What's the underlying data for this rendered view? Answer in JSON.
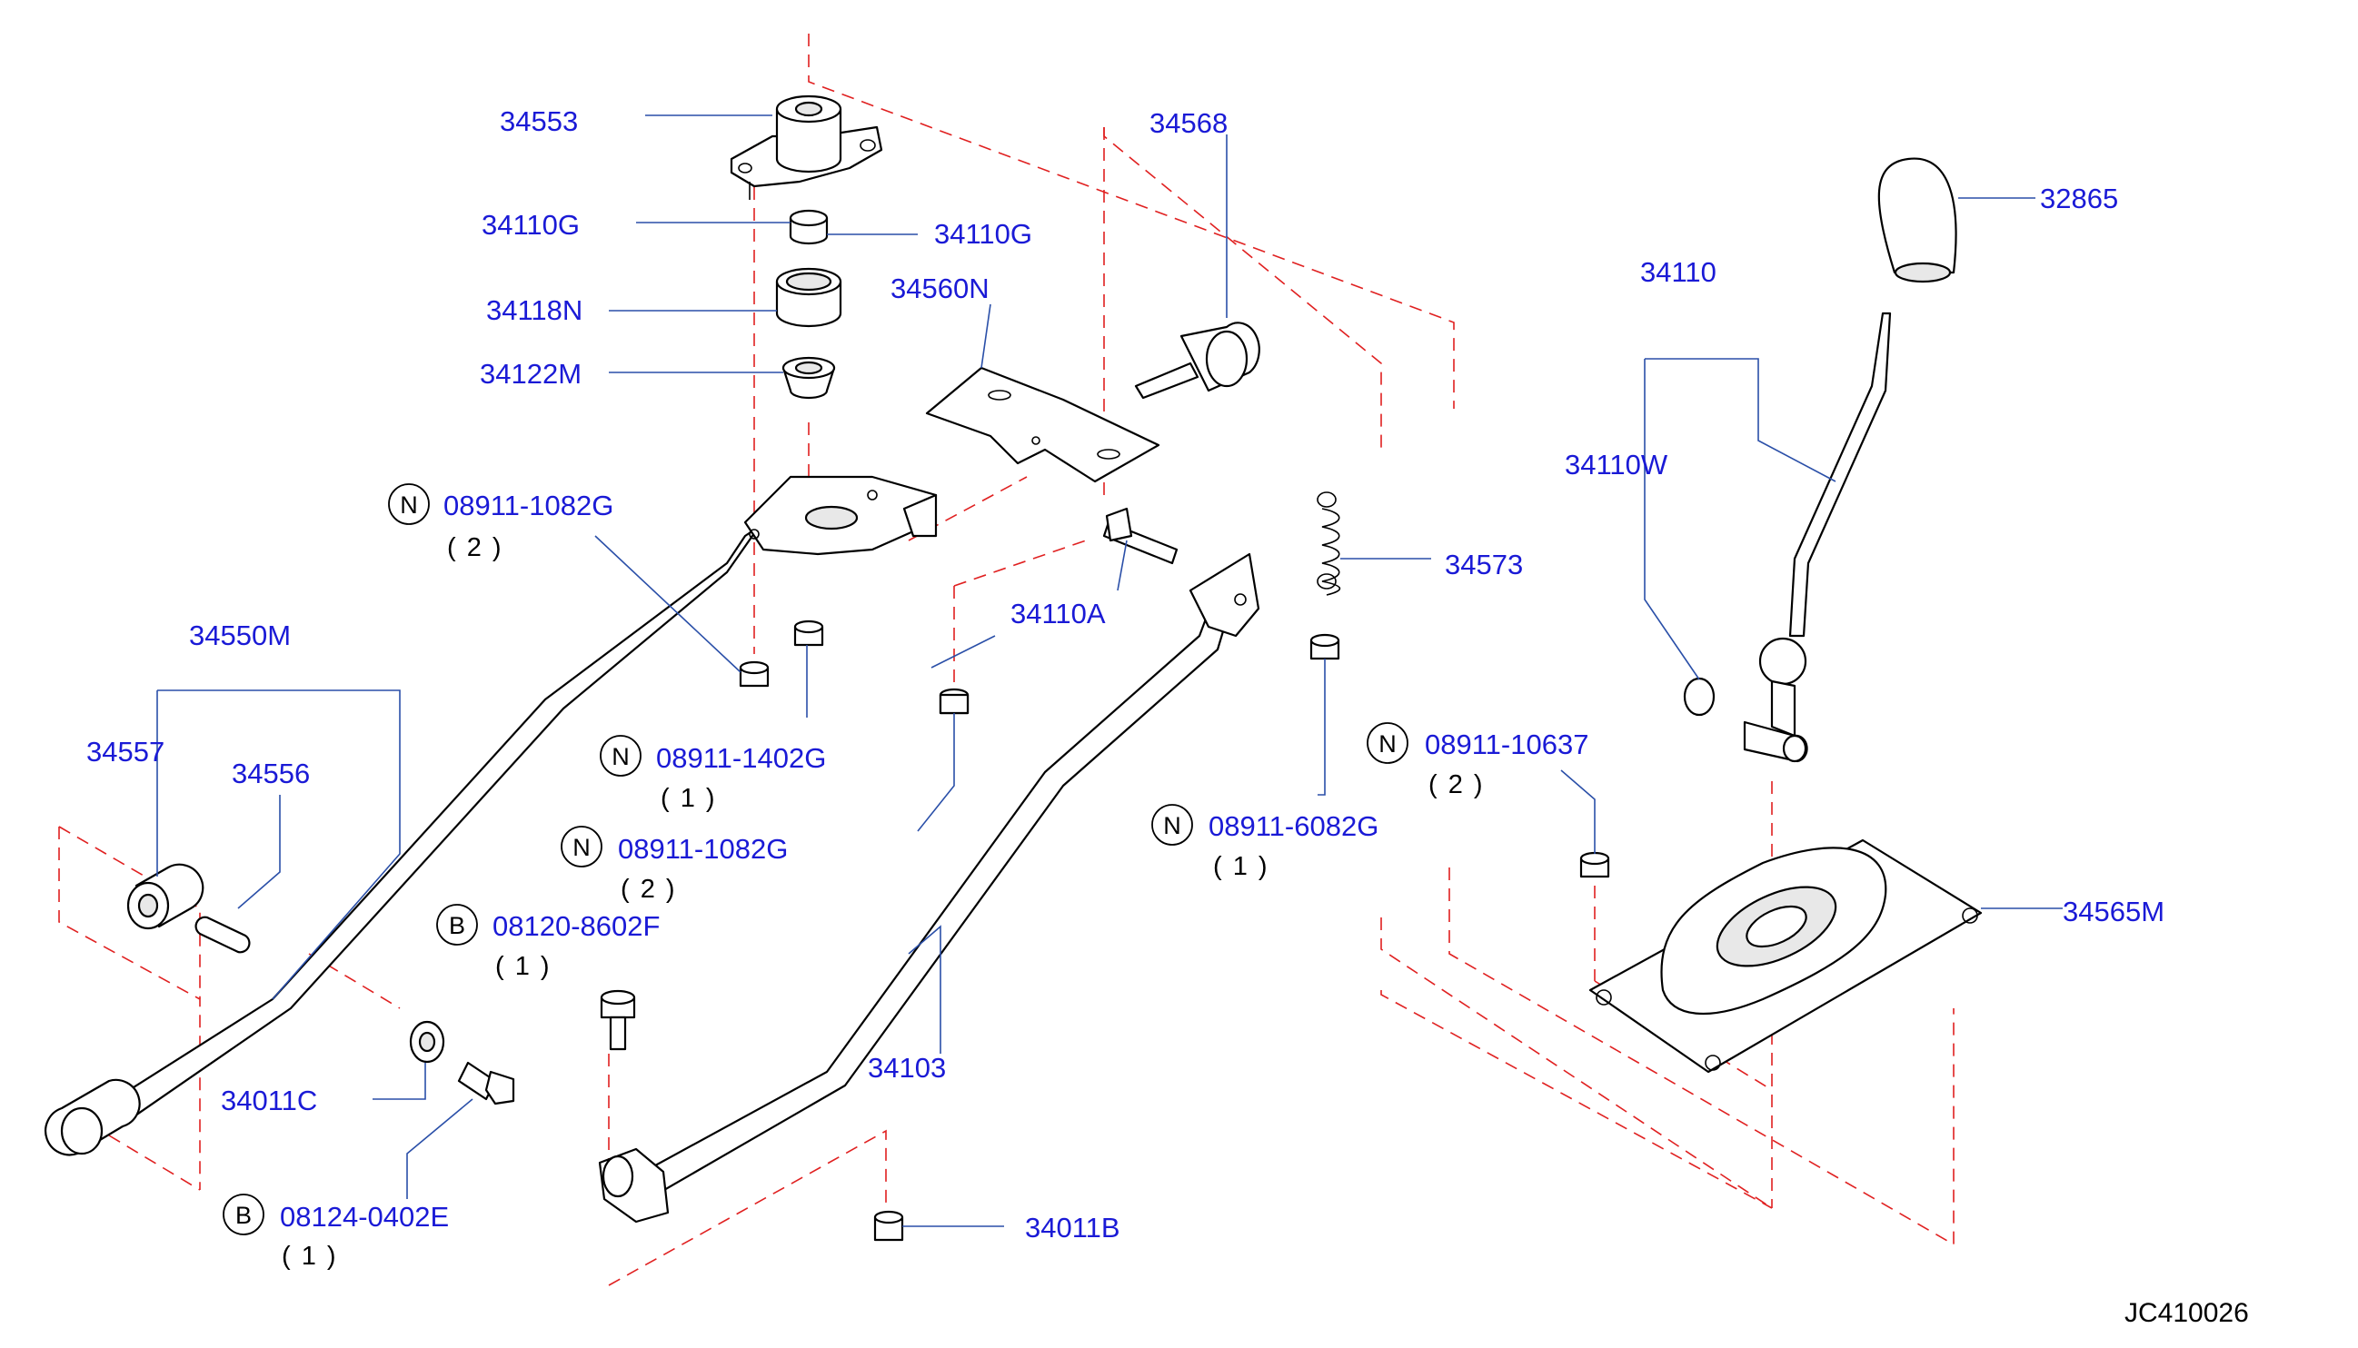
{
  "diagram": {
    "reference_code": "JC410026",
    "colors": {
      "label": "#1a1ad6",
      "leader": "#2a4fa8",
      "phantom": "#e02020",
      "part": "#000000"
    },
    "labels": {
      "p34553": "34553",
      "p34110G_left": "34110G",
      "p34110G_right": "34110G",
      "p34118N": "34118N",
      "p34122M": "34122M",
      "p34568": "34568",
      "p34560N": "34560N",
      "p32865": "32865",
      "p34110": "34110",
      "p34110W": "34110W",
      "p34550M": "34550M",
      "p34557": "34557",
      "p34556": "34556",
      "p34573": "34573",
      "p34110A": "34110A",
      "p34565M": "34565M",
      "p34011C": "34011C",
      "p34103": "34103",
      "p34011B": "34011B"
    },
    "callouts": {
      "c1": {
        "prefix": "N",
        "part": "08911-1082G",
        "qty": "( 2 )"
      },
      "c2": {
        "prefix": "N",
        "part": "08911-1402G",
        "qty": "( 1 )"
      },
      "c3": {
        "prefix": "N",
        "part": "08911-1082G",
        "qty": "( 2 )"
      },
      "c4": {
        "prefix": "B",
        "part": "08120-8602F",
        "qty": "( 1 )"
      },
      "c5": {
        "prefix": "B",
        "part": "08124-0402E",
        "qty": "( 1 )"
      },
      "c6": {
        "prefix": "N",
        "part": "08911-6082G",
        "qty": "( 1 )"
      },
      "c7": {
        "prefix": "N",
        "part": "08911-10637",
        "qty": "( 2 )"
      }
    }
  }
}
